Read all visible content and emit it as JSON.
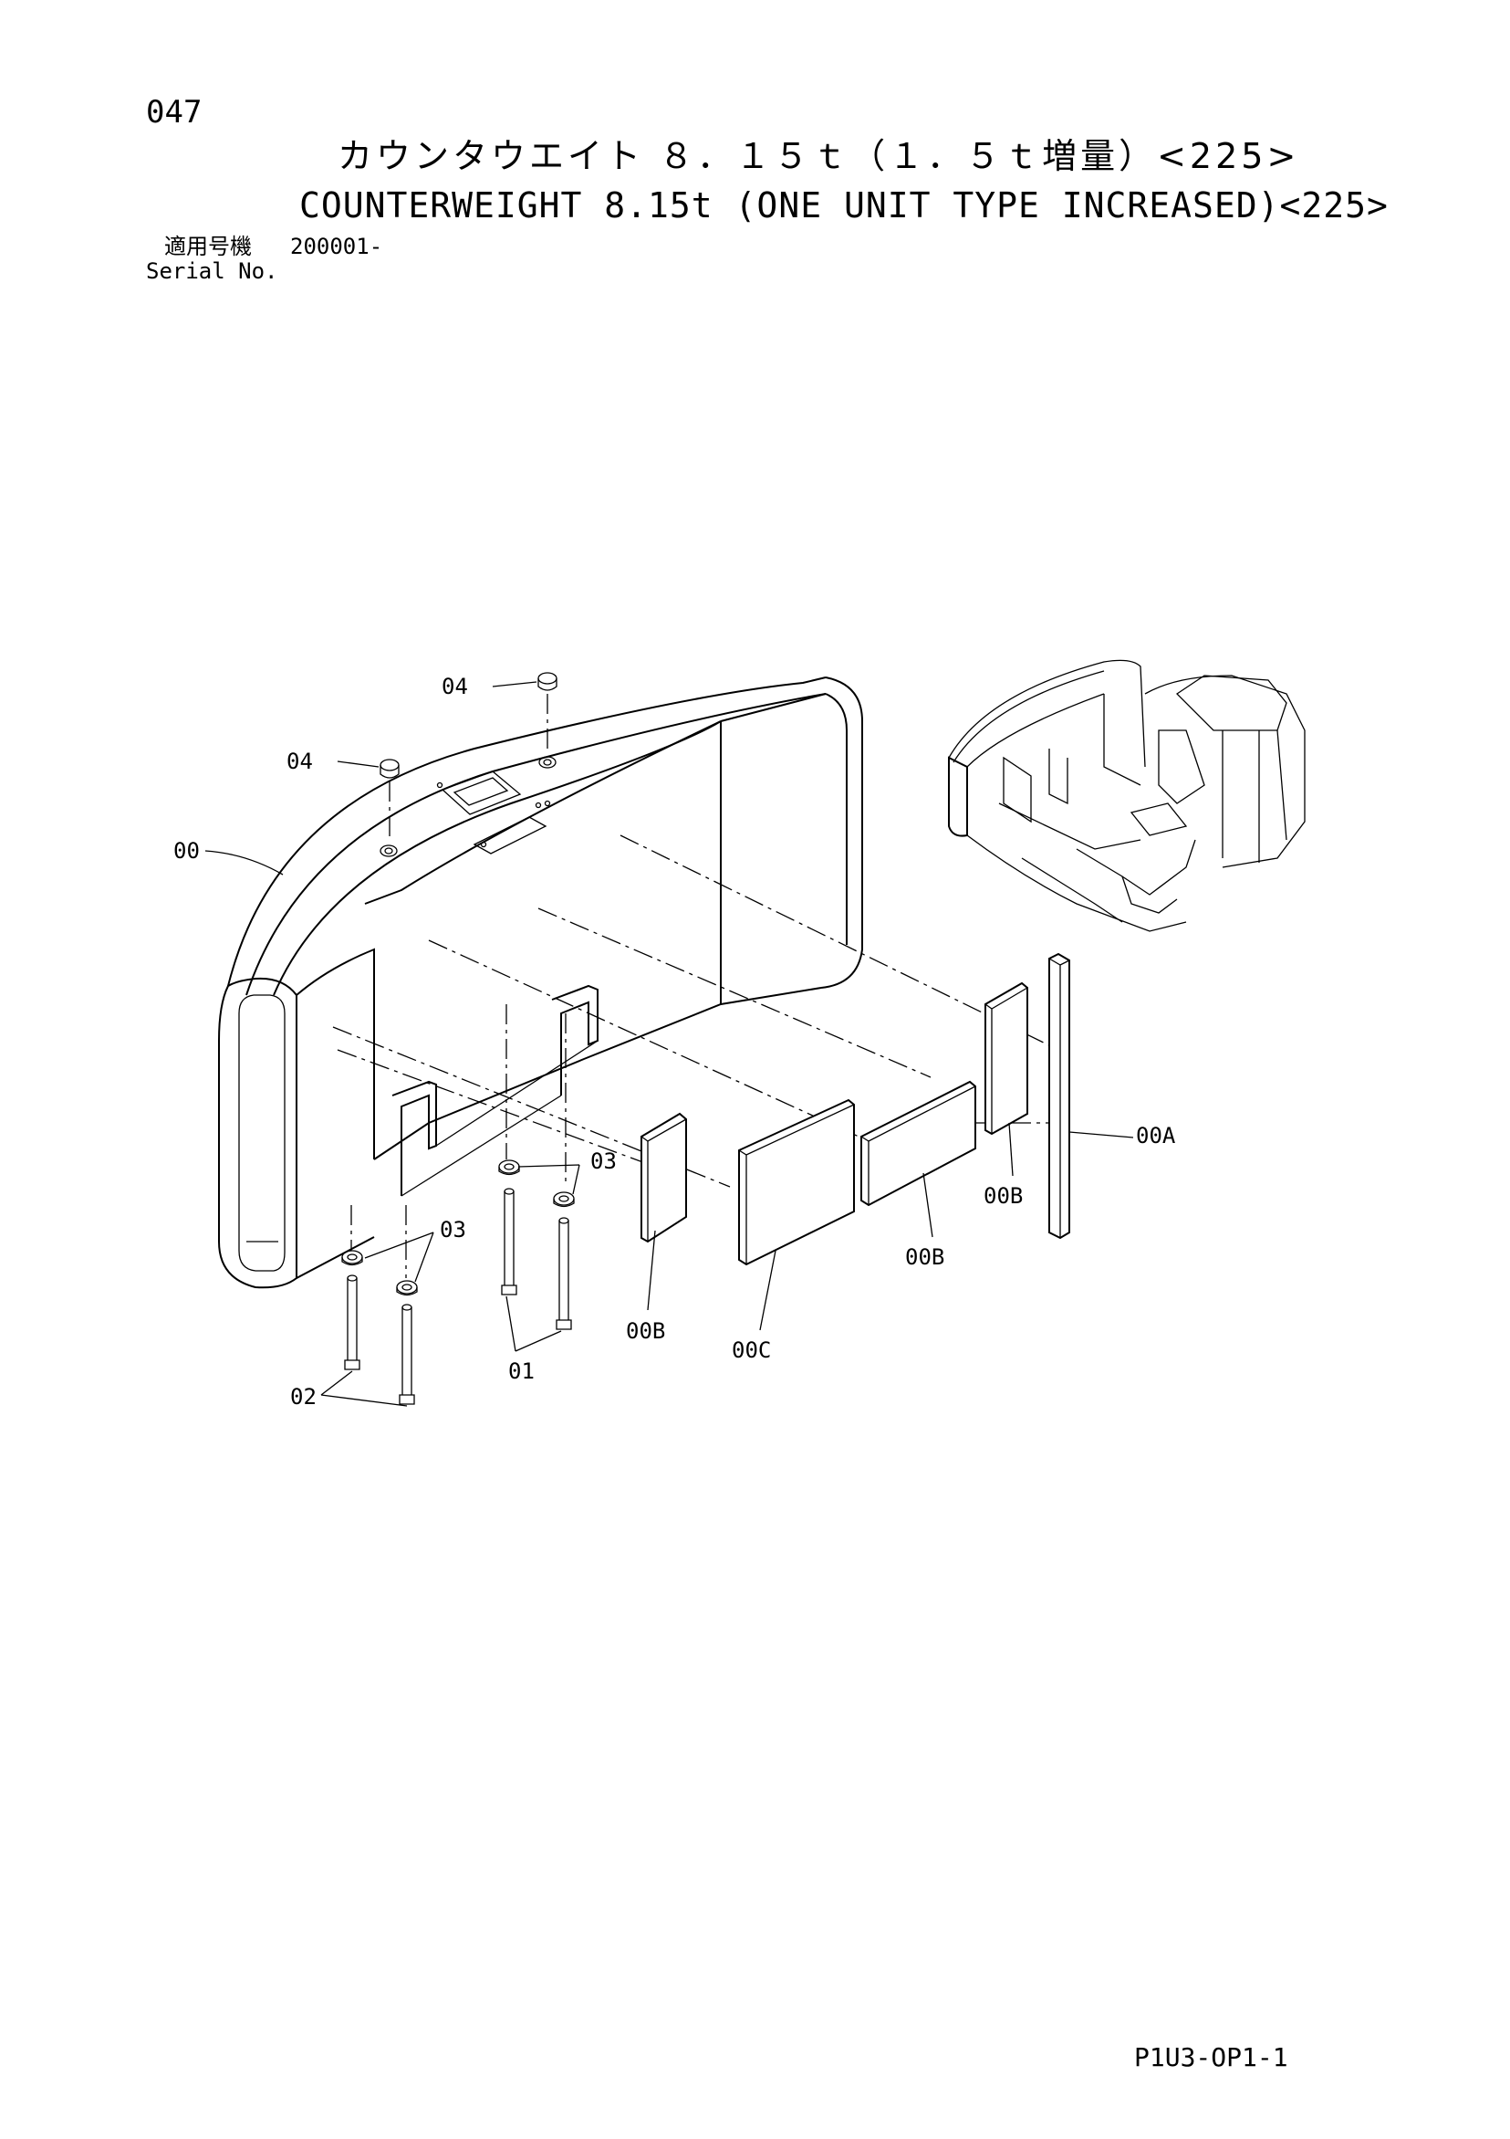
{
  "header": {
    "page_number": "047",
    "title_jp": "カウンタウエイト ８．１５ｔ（１．５ｔ増量）<225>",
    "title_en": "COUNTERWEIGHT 8.15t (ONE UNIT TYPE INCREASED)<225>",
    "serial_label_jp": "適用号機",
    "serial_value": "200001-",
    "serial_label_en": "Serial No."
  },
  "callouts": {
    "p00": "00",
    "p00A": "00A",
    "p00B": "00B",
    "p00C": "00C",
    "p01": "01",
    "p02": "02",
    "p03": "03",
    "p04": "04"
  },
  "footer": {
    "drawing_code": "P1U3-OP1-1"
  }
}
